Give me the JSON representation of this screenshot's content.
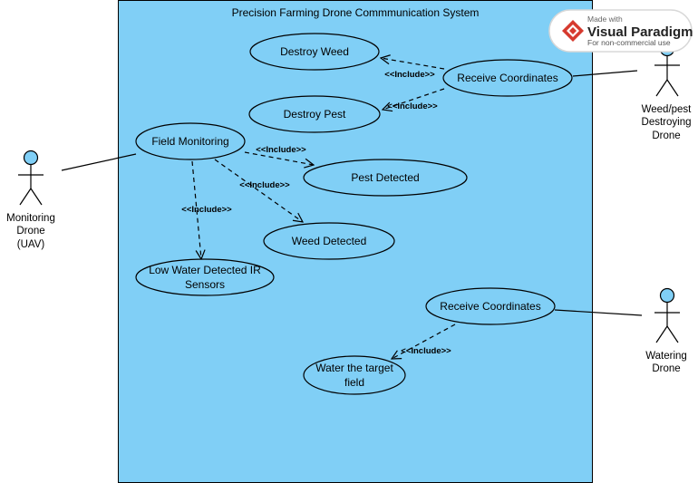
{
  "diagram": {
    "system_title": "Precision Farming Drone Commmunication System",
    "colors": {
      "system_fill": "#80cff6",
      "actor_head": "#80cff6",
      "stroke": "#000000"
    },
    "use_cases": {
      "destroy_weed": "Destroy Weed",
      "receive_coordinates_top": "Receive Coordinates",
      "destroy_pest": "Destroy Pest",
      "field_monitoring": "Field Monitoring",
      "pest_detected": "Pest Detected",
      "weed_detected": "Weed Detected",
      "low_water_line1": "Low Water Detected IR",
      "low_water_line2": "Sensors",
      "receive_coordinates_bottom": "Receive Coordinates",
      "water_field_line1": "Water the target",
      "water_field_line2": "field"
    },
    "include_label": "<<Include>>",
    "actors": {
      "monitoring": [
        "Monitoring",
        "Drone",
        "(UAV)"
      ],
      "weed_pest": [
        "Weed/pest",
        "Destroying",
        "Drone"
      ],
      "watering": [
        "Watering",
        "Drone"
      ]
    },
    "watermark": {
      "made_with": "Made with",
      "brand": "Visual Paradigm",
      "sub": "For non-commercial use"
    }
  }
}
